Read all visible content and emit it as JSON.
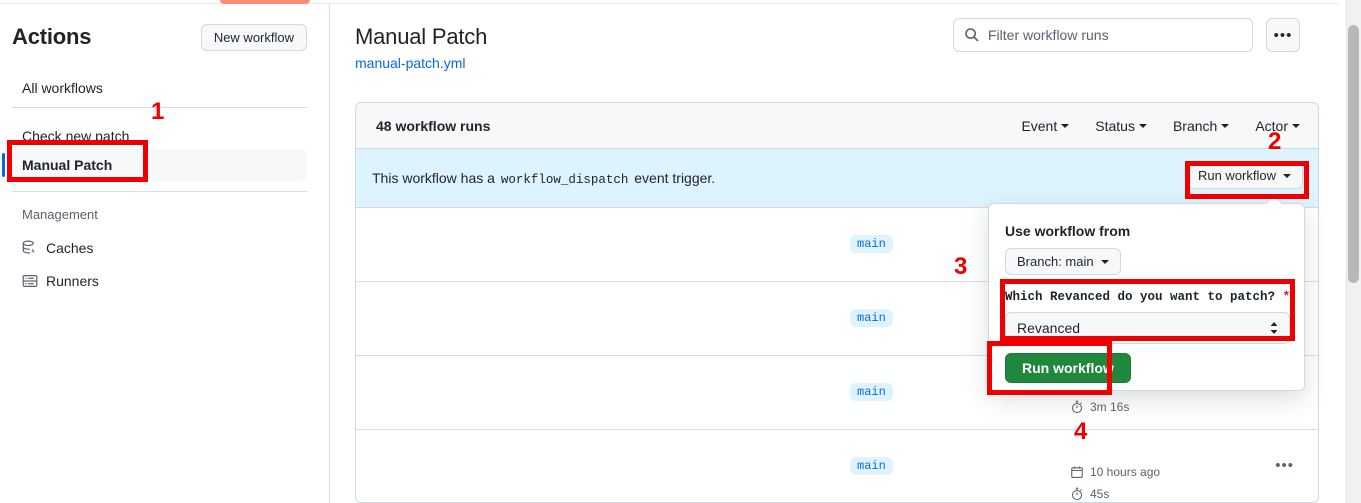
{
  "sidebar": {
    "title": "Actions",
    "new_workflow_label": "New workflow",
    "items": [
      {
        "label": "All workflows",
        "icon": ""
      },
      {
        "label": "Check new patch",
        "icon": ""
      },
      {
        "label": "Manual Patch",
        "icon": ""
      }
    ],
    "section_label": "Management",
    "management": [
      {
        "label": "Caches",
        "icon": "cache-icon"
      },
      {
        "label": "Runners",
        "icon": "runners-icon"
      }
    ]
  },
  "main": {
    "page_title": "Manual Patch",
    "workflow_file": "manual-patch.yml",
    "search": {
      "placeholder": "Filter workflow runs",
      "value": "",
      "icon": "search-icon"
    },
    "kebab_label": "•••",
    "runs_count_label": "48 workflow runs",
    "filters": [
      {
        "label": "Event"
      },
      {
        "label": "Status"
      },
      {
        "label": "Branch"
      },
      {
        "label": "Actor"
      }
    ],
    "dispatch_banner": {
      "text_before": "This workflow has a",
      "code": "workflow_dispatch",
      "text_after": "event trigger.",
      "run_button_label": "Run workflow"
    },
    "rows": [
      {
        "branch": "main",
        "timestamp": "",
        "duration": ""
      },
      {
        "branch": "main",
        "timestamp": "",
        "duration": ""
      },
      {
        "branch": "main",
        "timestamp": "",
        "duration": "3m 16s"
      },
      {
        "branch": "main",
        "timestamp": "10 hours ago",
        "duration": "45s"
      }
    ],
    "row_kebab_label": "•••"
  },
  "run_workflow_panel": {
    "use_workflow_from_label": "Use workflow from",
    "branch_select_value": "Branch: main",
    "input_label": "Which Revanced do you want to patch?",
    "required_marker": "*",
    "input_select_value": "Revanced",
    "submit_label": "Run workflow"
  },
  "annotations": [
    {
      "number": "1"
    },
    {
      "number": "2"
    },
    {
      "number": "3"
    },
    {
      "number": "4"
    }
  ],
  "colors": {
    "accent_blue": "#0969da",
    "green": "#1f883d",
    "annotation_red": "#ef0000",
    "banner_blue": "#ddf4ff",
    "tab_orange": "#fd8c73"
  }
}
